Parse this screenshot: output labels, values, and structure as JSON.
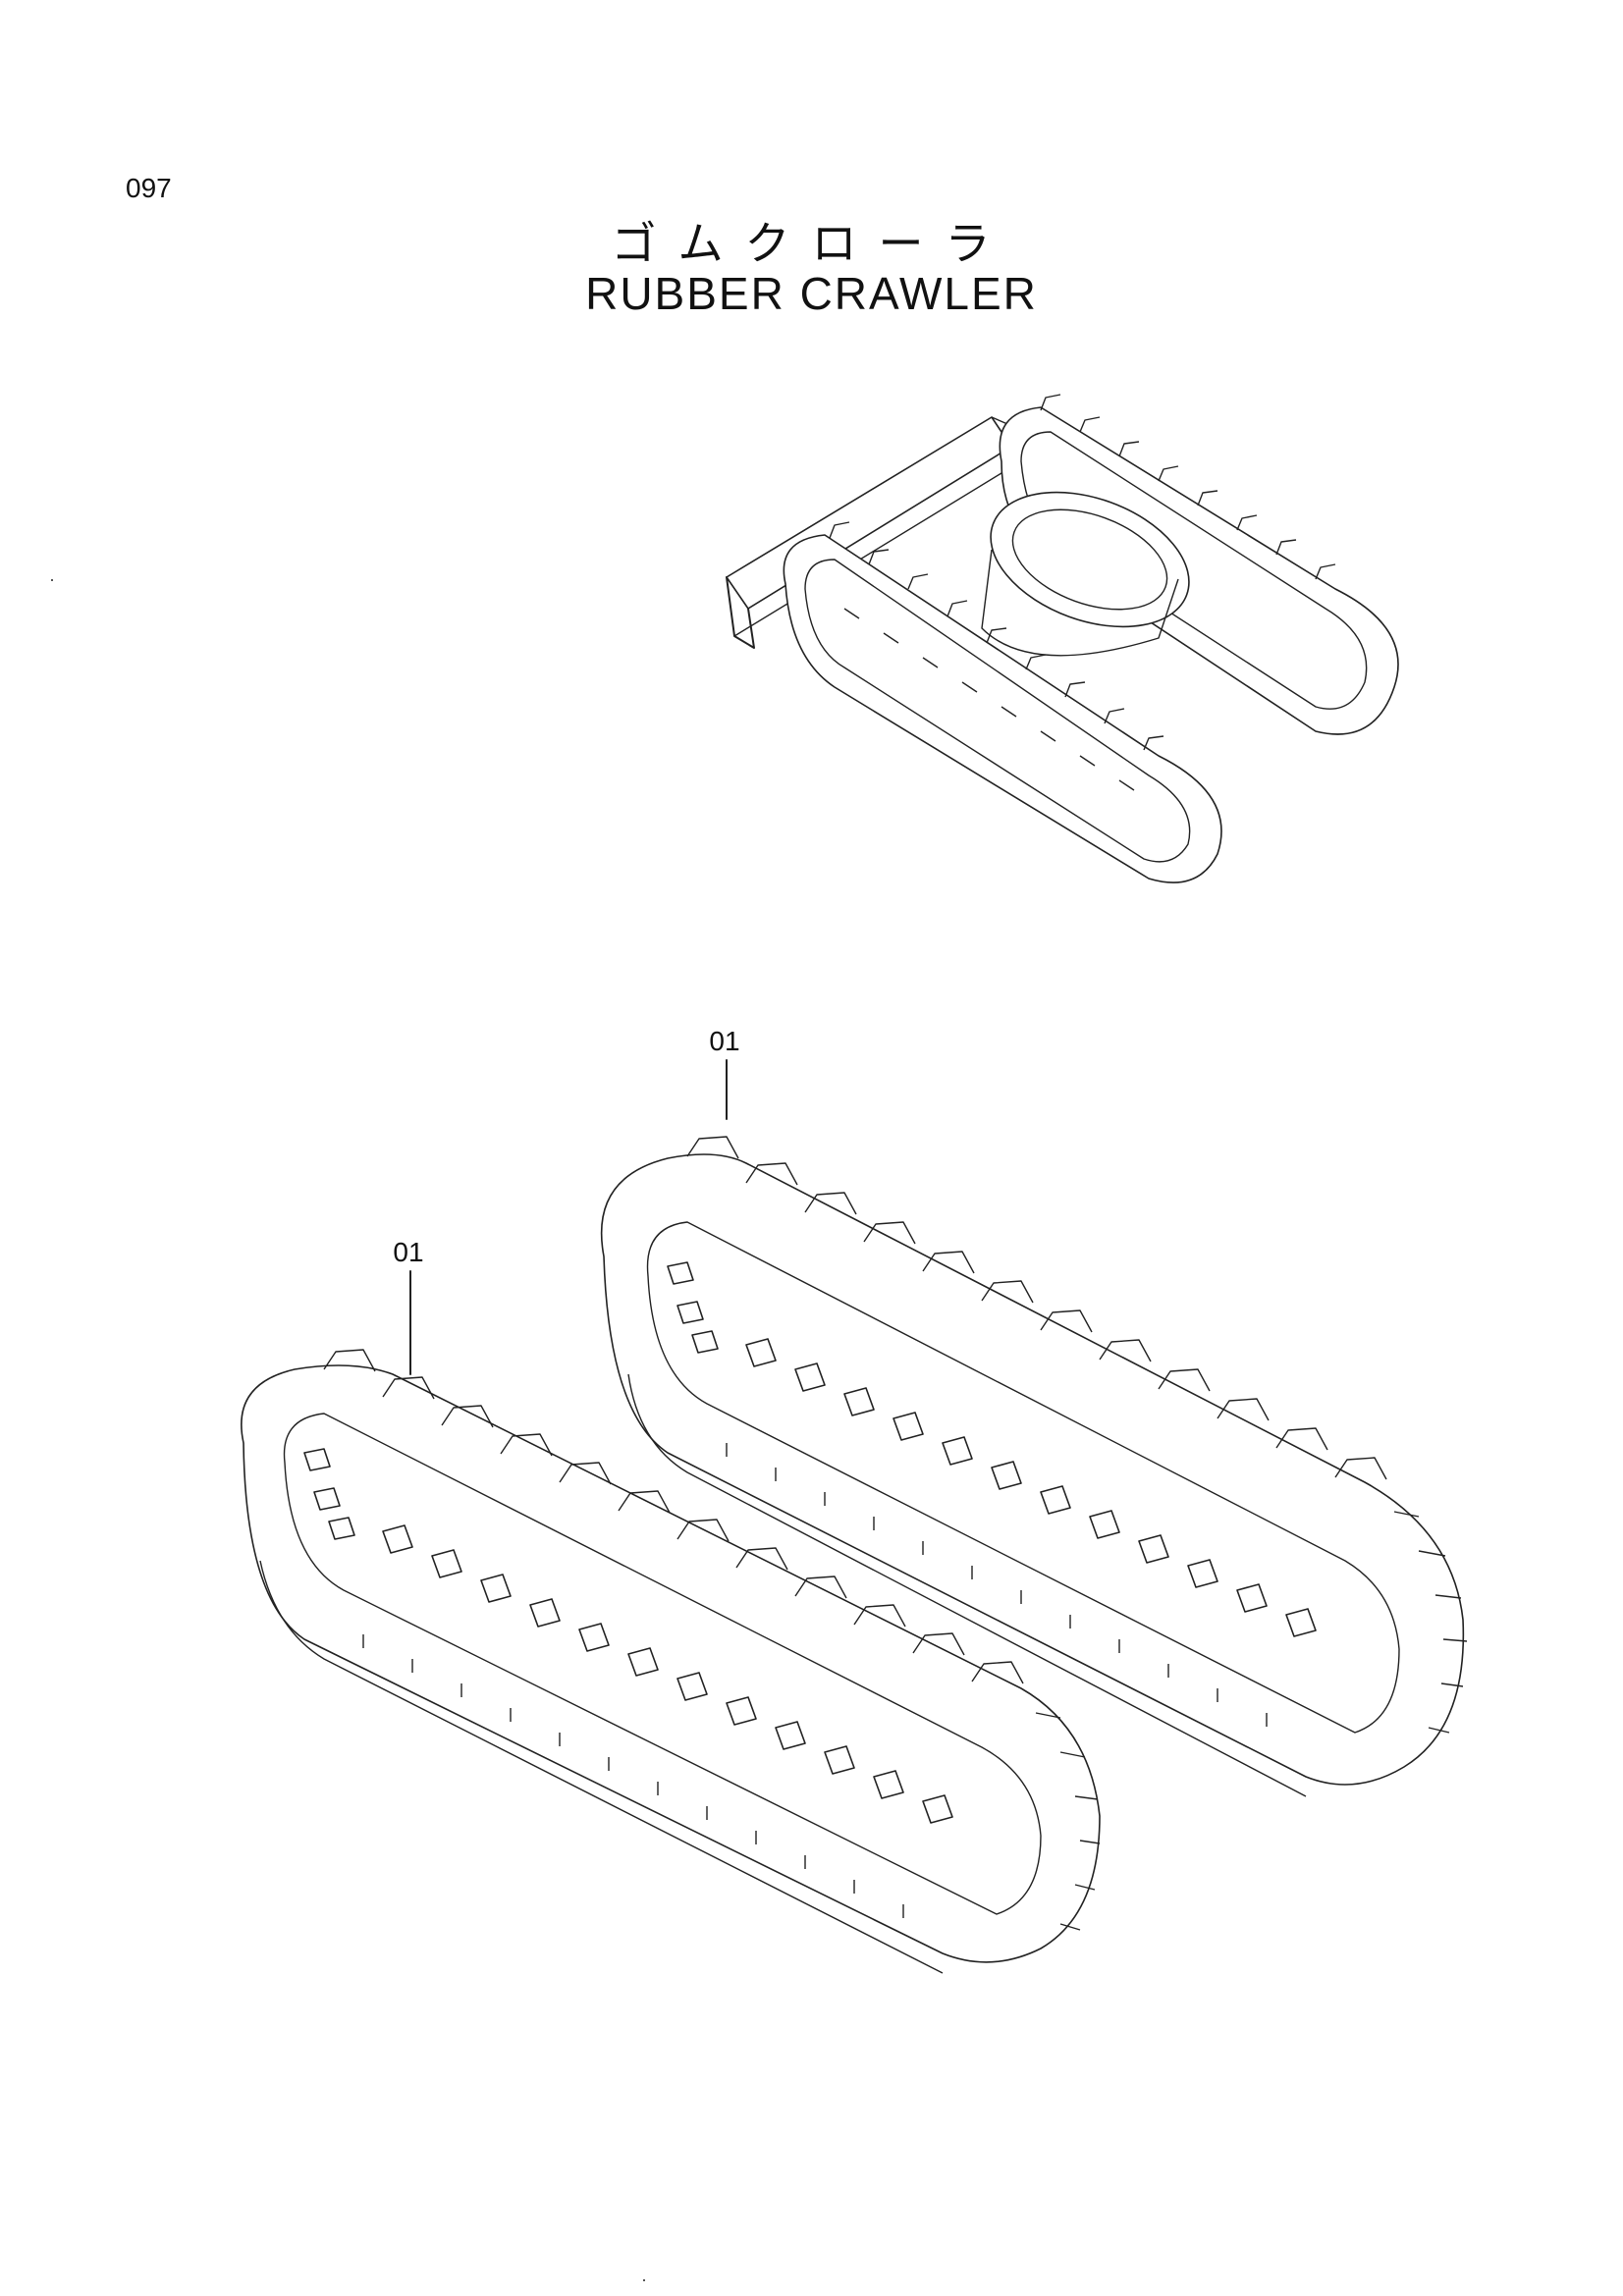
{
  "page": {
    "number": "097",
    "title_jp": "ゴムクローラ",
    "title_en": "RUBBER CRAWLER"
  },
  "callouts": [
    {
      "label": "01"
    },
    {
      "label": "01"
    }
  ]
}
